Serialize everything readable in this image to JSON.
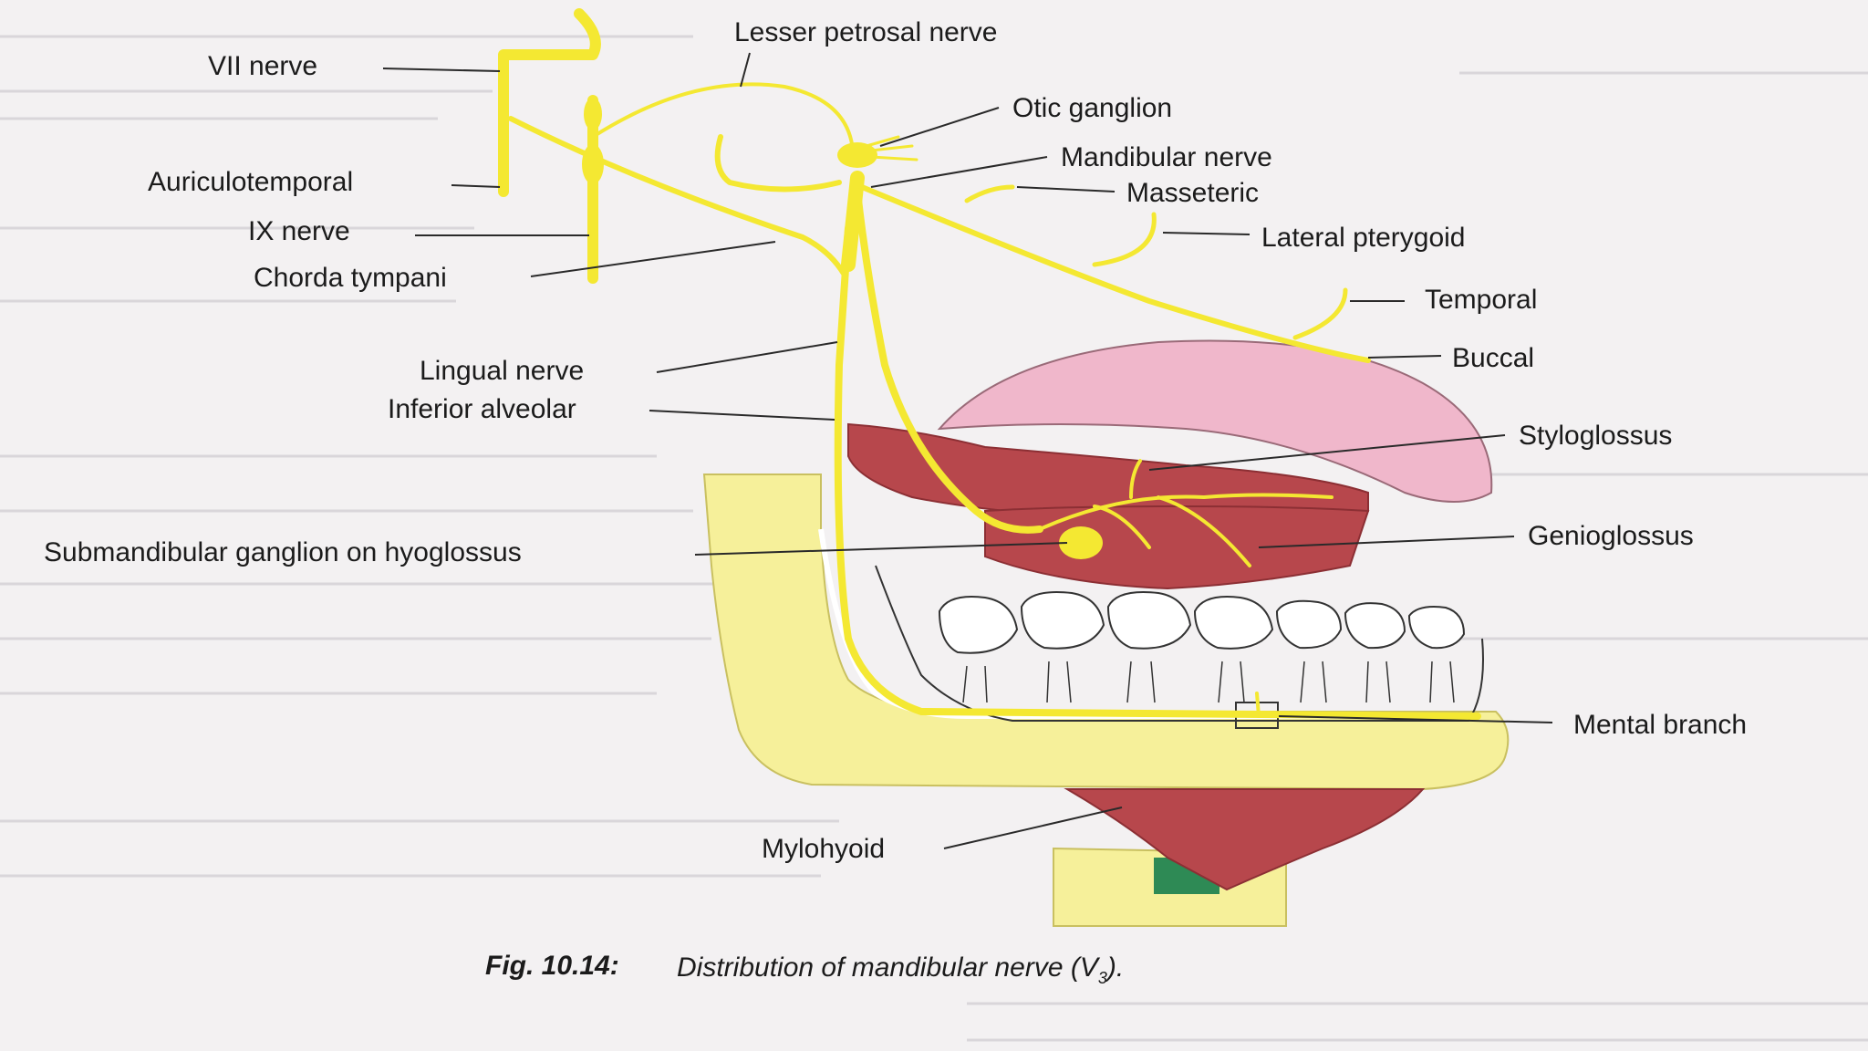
{
  "labels": {
    "lesser_petrosal": "Lesser petrosal nerve",
    "vii_nerve": "VII nerve",
    "otic_ganglion": "Otic ganglion",
    "mandibular_nerve": "Mandibular nerve",
    "auriculotemporal": "Auriculotemporal",
    "masseteric": "Masseteric",
    "ix_nerve": "IX nerve",
    "lateral_pterygoid": "Lateral pterygoid",
    "chorda_tympani": "Chorda tympani",
    "temporal": "Temporal",
    "buccal": "Buccal",
    "lingual_nerve": "Lingual nerve",
    "inferior_alveolar": "Inferior alveolar",
    "styloglossus": "Styloglossus",
    "submandibular_ganglion": "Submandibular ganglion on hyoglossus",
    "genioglossus": "Genioglossus",
    "mental_branch": "Mental branch",
    "mylohyoid": "Mylohyoid"
  },
  "caption": {
    "fig_number": "Fig. 10.14:",
    "text": "Distribution of mandibular nerve (V",
    "subscript": "3",
    "tail": ")."
  },
  "colors": {
    "nerve": "#f4e832",
    "bone": "#f6f09a",
    "tongue": "#f0b7cb",
    "muscle": "#b7474c",
    "hyoid_green": "#2e8a55",
    "background": "#f3f1f2"
  }
}
